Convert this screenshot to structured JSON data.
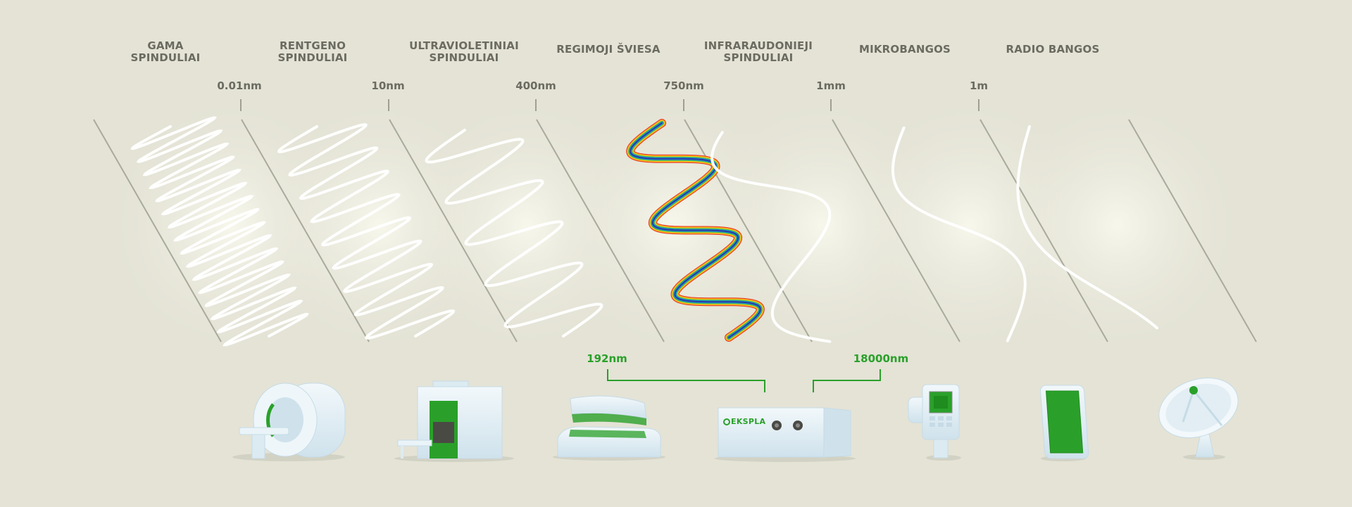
{
  "bands": [
    {
      "label_line1": "GAMA",
      "label_line2": "SPINDULIAI"
    },
    {
      "label_line1": "RENTGENO",
      "label_line2": "SPINDULIAI"
    },
    {
      "label_line1": "ULTRAVIOLETINIAI",
      "label_line2": "SPINDULIAI"
    },
    {
      "label_line1": "REGIMOJI ŠVIESA",
      "label_line2": ""
    },
    {
      "label_line1": "INFRARAUDONIEJI",
      "label_line2": "SPINDULIAI"
    },
    {
      "label_line1": "MIKROBANGOS",
      "label_line2": ""
    },
    {
      "label_line1": "RADIO BANGOS",
      "label_line2": ""
    }
  ],
  "boundaries": [
    "0.01nm",
    "10nm",
    "400nm",
    "750nm",
    "1mm",
    "1m"
  ],
  "laser_range": {
    "min": "192nm",
    "max": "18000nm"
  },
  "devices": {
    "ct_scanner": "ct-scanner",
    "xray_scanner": "baggage-xray-scanner",
    "tanning_bed": "uv-tanning-bed",
    "laser": "ekspla-laser",
    "thermal_camera": "thermal-camera",
    "phone": "mobile-phone",
    "dish": "satellite-dish"
  },
  "brand": "EKSPLA",
  "colors": {
    "background": "#e4e3d6",
    "text": "#6b6b61",
    "accent_green": "#2aa02a",
    "wave": "#ffffff",
    "divider": "#a9aa9b",
    "device": "#dcebf2"
  }
}
